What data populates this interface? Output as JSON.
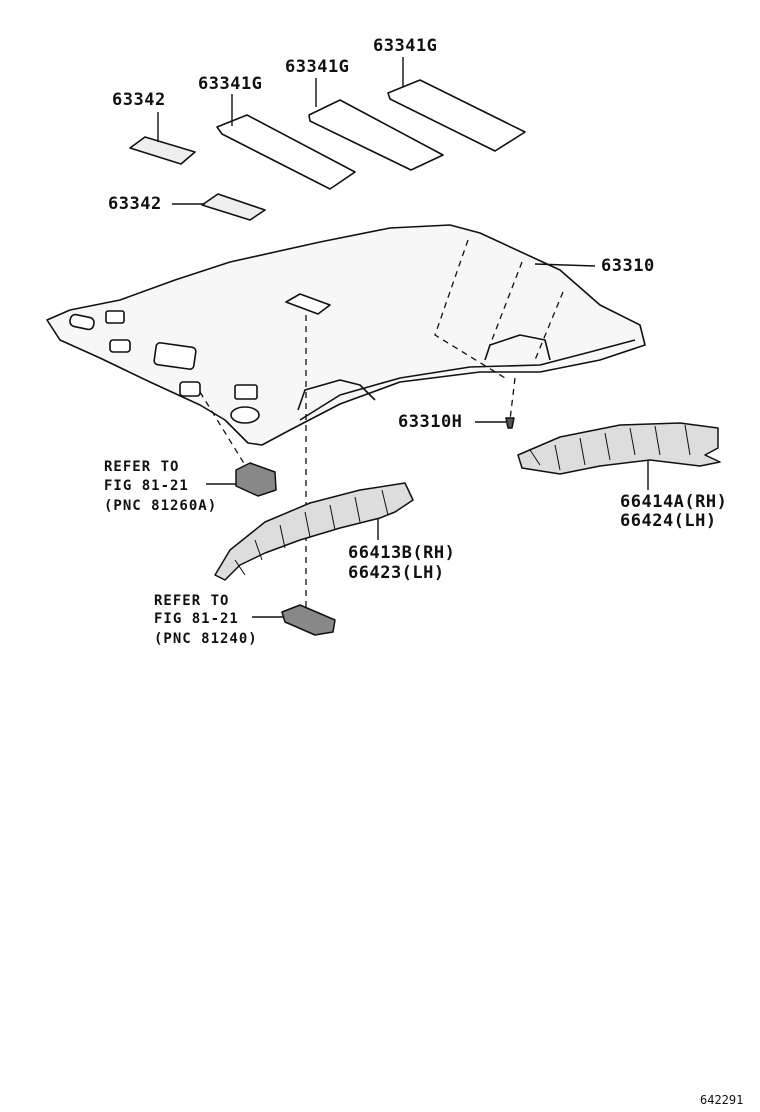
{
  "parts": {
    "p63342_top": "63342",
    "p63341g_left": "63341G",
    "p63341g_mid": "63341G",
    "p63341g_right": "63341G",
    "p63342_low": "63342",
    "p63310": "63310",
    "p63310h": "63310H",
    "p66414a": "66414A(RH)",
    "p66424": "66424(LH)",
    "p66413b": "66413B(RH)",
    "p66423": "66423(LH)"
  },
  "refs": {
    "ref1_line1": "REFER TO",
    "ref1_line2": "FIG 81-21",
    "ref1_line3": "(PNC 81260A)",
    "ref2_line1": "REFER TO",
    "ref2_line2": "FIG 81-21",
    "ref2_line3": "(PNC 81240)"
  },
  "diagram_id": "642291"
}
